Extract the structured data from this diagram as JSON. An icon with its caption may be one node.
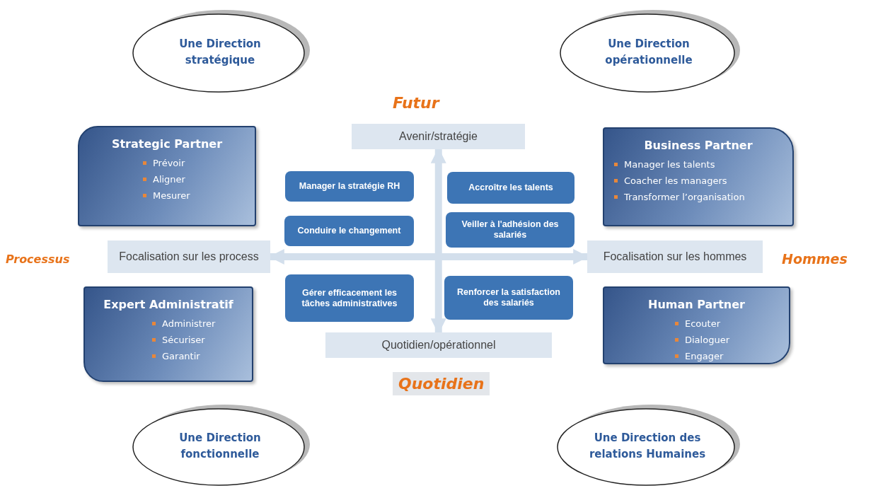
{
  "diagram": {
    "nodes": [
      {
        "text": [
          "Une Direction stratégique"
        ]
      },
      {
        "text": [
          "Une Direction opérationnelle"
        ]
      },
      {
        "text": [
          "Strategic Partner",
          "Prévoir",
          "Aligner",
          "Mesurer"
        ]
      },
      {
        "text": [
          "Avenir/stratégie"
        ]
      },
      {
        "text": [
          "Business Partner",
          "Manager les talents",
          "Coacher les managers",
          "Transformer l’organisation"
        ]
      },
      {
        "text": [
          "Manager la stratégie RH"
        ]
      },
      {
        "text": [
          "Accroître les talents"
        ]
      },
      {
        "text": [
          "Conduire le changement"
        ]
      },
      {
        "text": [
          "Veiller à l'adhésion des salariés"
        ]
      },
      {
        "text": [
          "Focalisation sur les process"
        ]
      },
      {
        "text": [
          "Focalisation sur les hommes"
        ]
      },
      {
        "text": [
          "Gérer efficacement les tâches administratives"
        ]
      },
      {
        "text": [
          "Renforcer la satisfaction des salariés"
        ]
      },
      {
        "text": [
          "Expert Administratif",
          "Administrer",
          "Sécuriser",
          "Garantir"
        ]
      },
      {
        "text": [
          "Human Partner",
          "Ecouter",
          "Dialoguer",
          "Engager"
        ]
      },
      {
        "text": [
          "Quotidien/opérationnel"
        ]
      },
      {
        "text": [
          "Une Direction fonctionnelle"
        ]
      },
      {
        "text": [
          "Une Direction des relations Humaines"
        ]
      }
    ],
    "edges": [
      {
        "from": 3,
        "to": 15,
        "arrow": "both"
      },
      {
        "from": 9,
        "to": 10,
        "arrow": "both"
      }
    ],
    "labels": [
      "Futur",
      "Processus",
      "Hommes",
      "Quotidien"
    ]
  }
}
